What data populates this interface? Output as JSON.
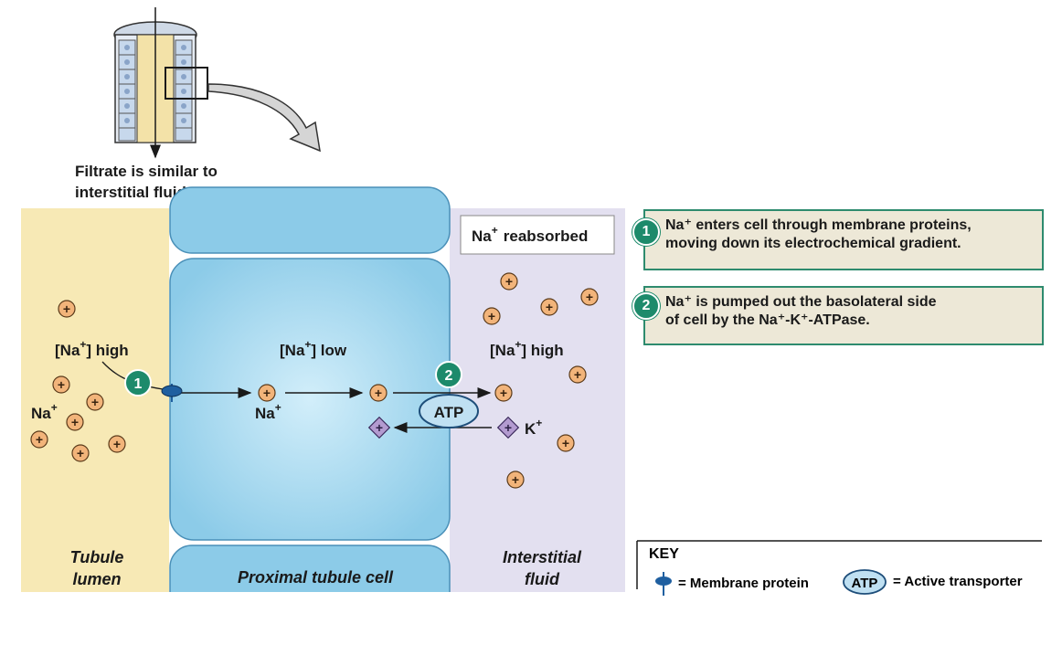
{
  "top_caption": [
    "Filtrate is similar to",
    "interstitial fluid."
  ],
  "reabsorbed_label": {
    "ion": "Na",
    "sup": "+",
    "text": "reabsorbed"
  },
  "regions": {
    "lumen": [
      "Tubule",
      "lumen"
    ],
    "cell": "Proximal tubule cell",
    "interstitial": [
      "Interstitial",
      "fluid"
    ]
  },
  "concentrations": {
    "lumen": {
      "pre": "[Na",
      "sup": "+",
      "post": "] high"
    },
    "cell": {
      "pre": "[Na",
      "sup": "+",
      "post": "] low"
    },
    "interstitial": {
      "pre": "[Na",
      "sup": "+",
      "post": "] high"
    }
  },
  "ion_labels": {
    "na_lumen": {
      "base": "Na",
      "sup": "+"
    },
    "na_cell": {
      "base": "Na",
      "sup": "+"
    },
    "k": {
      "base": "K",
      "sup": "+"
    }
  },
  "atp_label": "ATP",
  "steps": [
    {
      "number": "1",
      "lines": [
        "Na⁺ enters cell through membrane proteins,",
        "moving down its electrochemical gradient."
      ]
    },
    {
      "number": "2",
      "lines": [
        "Na⁺ is pumped out the basolateral side",
        "of cell by the Na⁺-K⁺-ATPase."
      ]
    }
  ],
  "key": {
    "title": "KEY",
    "membrane_protein": "= Membrane protein",
    "atp": "ATP",
    "active_transporter": "= Active transporter"
  },
  "colors": {
    "lumen": "#f7e9b5",
    "cell": "#9fd4ee",
    "interstitial": "#e3e0f0",
    "badge": "#1d8a6b",
    "ion": "#f2b47a",
    "potassium": "#b39bd0"
  }
}
